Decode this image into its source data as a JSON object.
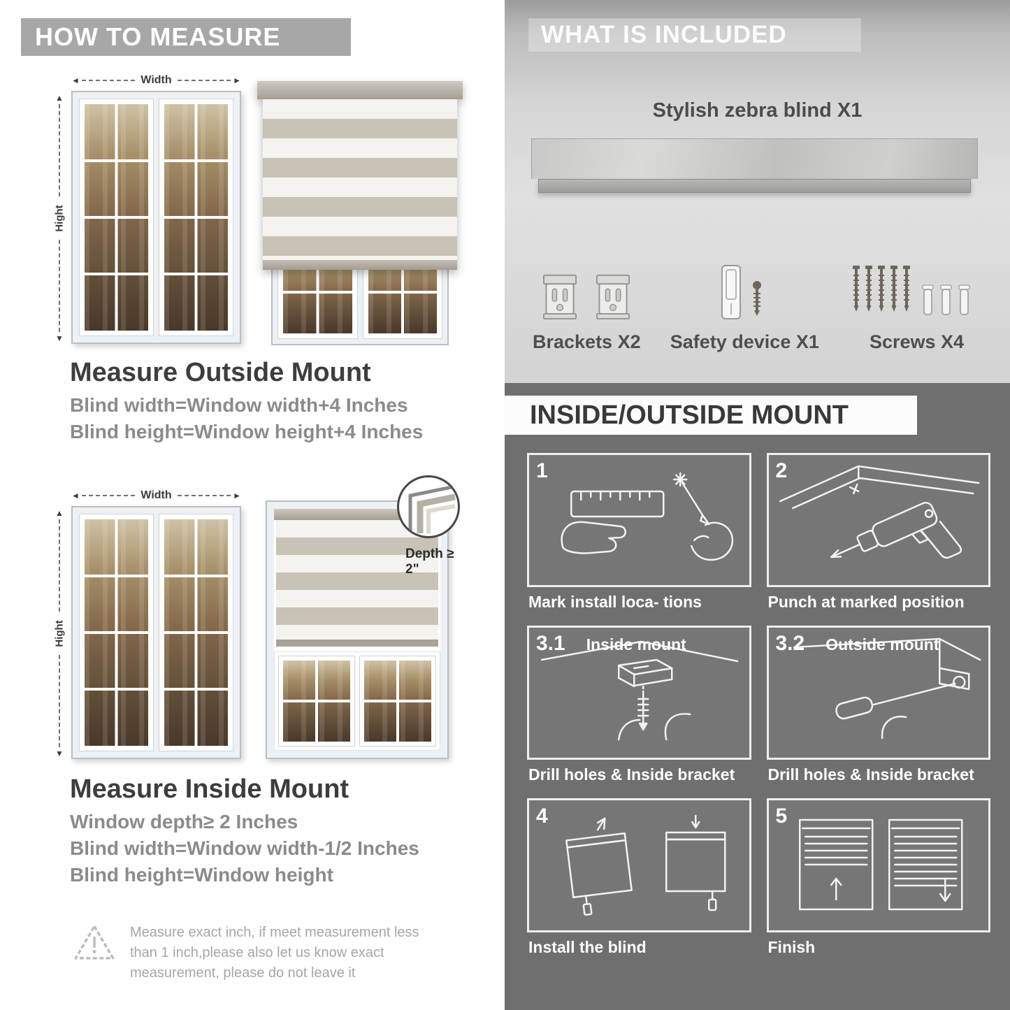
{
  "colors": {
    "banner_gray": "#a7a7a7",
    "included_bg": "#d6d6d6",
    "mount_bg": "#6f6f6f",
    "heading_text": "#3d3d3d",
    "formula_text": "#8b8b8b",
    "stripe_gray": "#c8c2b7"
  },
  "left": {
    "banner": "HOW TO MEASURE",
    "outside": {
      "width_label": "Width",
      "height_label": "Hight",
      "title": "Measure Outside Mount",
      "formulas": [
        "Blind width=Window width+4 Inches",
        "Blind height=Window height+4 Inches"
      ]
    },
    "inside": {
      "width_label": "Width",
      "height_label": "Hight",
      "depth_label": "Depth ≥ 2\"",
      "title": "Measure Inside Mount",
      "formulas": [
        "Window depth≥ 2 Inches",
        "Blind width=Window width-1/2 Inches",
        "Blind height=Window height"
      ]
    },
    "warning": "Measure exact inch, if meet measurement less than 1 inch,please also let us know exact measurement, please do not leave it"
  },
  "right": {
    "included": {
      "banner": "WHAT IS INCLUDED",
      "blind_label": "Stylish zebra blind X1",
      "items": [
        {
          "label": "Brackets X2"
        },
        {
          "label": "Safety device X1"
        },
        {
          "label": "Screws X4"
        }
      ]
    },
    "mount": {
      "banner": "INSIDE/OUTSIDE MOUNT",
      "steps": [
        {
          "num": "1",
          "caption": "Mark install loca- tions"
        },
        {
          "num": "2",
          "caption": "Punch at  marked position"
        },
        {
          "num": "3.1",
          "label": "Inside mount",
          "caption": "Drill holes &  Inside bracket"
        },
        {
          "num": "3.2",
          "label": "Outside mount",
          "caption": "Drill holes &  Inside bracket"
        },
        {
          "num": "4",
          "caption": "Install the blind"
        },
        {
          "num": "5",
          "caption": "Finish"
        }
      ]
    }
  }
}
